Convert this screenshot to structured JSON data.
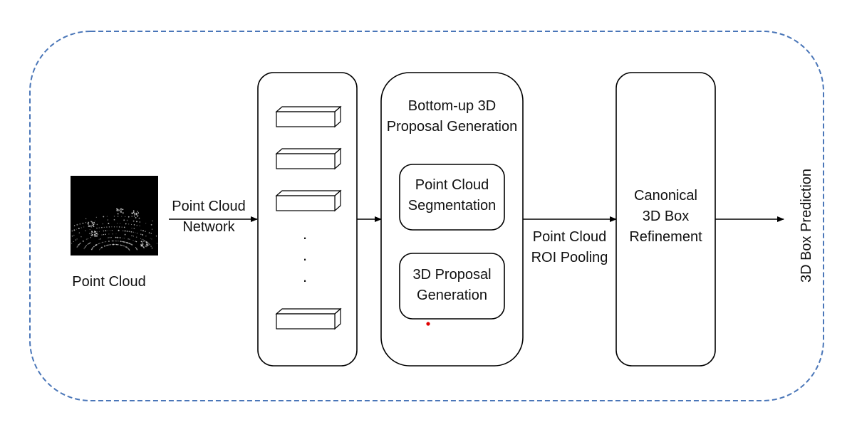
{
  "colors": {
    "outline_dashed": "#4a76b8",
    "stroke": "#000000",
    "background": "#ffffff",
    "lidar_bg": "#000000",
    "marker": "#e00000"
  },
  "input": {
    "label": "Point Cloud"
  },
  "network_arrow": {
    "line1": "Point Cloud",
    "line2": "Network"
  },
  "feature_stack": {
    "ellipsis": "."
  },
  "stage1": {
    "title_line1": "Bottom-up 3D",
    "title_line2": "Proposal Generation",
    "segmentation_line1": "Point Cloud",
    "segmentation_line2": "Segmentation",
    "proposal_line1": "3D Proposal",
    "proposal_line2": "Generation"
  },
  "pooling_arrow": {
    "line1": "Point Cloud",
    "line2": "ROI Pooling"
  },
  "stage2": {
    "line1": "Canonical",
    "line2": "3D Box",
    "line3": "Refinement"
  },
  "output": {
    "label": "3D Box Prediction"
  }
}
